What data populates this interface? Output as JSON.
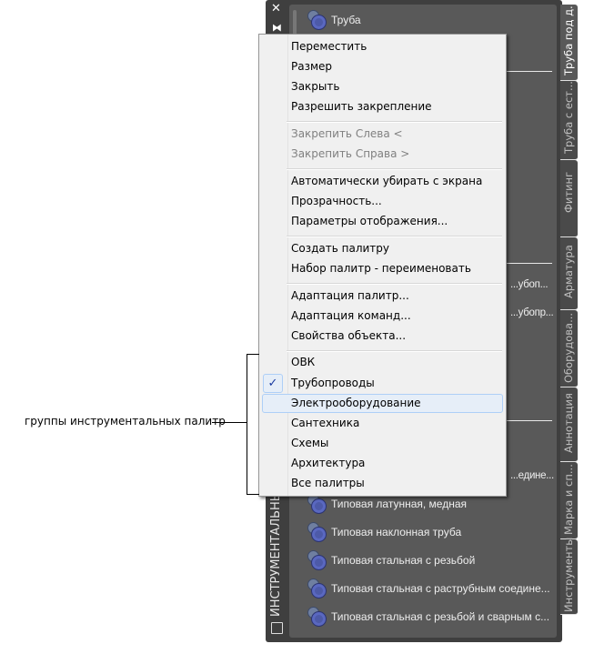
{
  "palette": {
    "title": "ИНСТРУМЕНТАЛЬНЫЕ ПАЛИТРЫ",
    "tabs": [
      {
        "label": "Труба под д...",
        "active": true
      },
      {
        "label": "Труба с ест...",
        "active": false
      },
      {
        "label": "Фитинг",
        "active": false
      },
      {
        "label": "Арматура",
        "active": false
      },
      {
        "label": "Оборудова...",
        "active": false
      },
      {
        "label": "Аннотация",
        "active": false
      },
      {
        "label": "Марка и сп...",
        "active": false
      },
      {
        "label": "Инструменты",
        "active": false
      }
    ],
    "items": [
      {
        "label": "Труба"
      },
      {
        "label": "...убоп..."
      },
      {
        "label": "...убопр..."
      },
      {
        "label": "...едине..."
      },
      {
        "label": "Типовая латунная, медная"
      },
      {
        "label": "Типовая наклонная труба"
      },
      {
        "label": "Типовая стальная с резьбой"
      },
      {
        "label": "Типовая  стальная  с  раструбным соедине..."
      },
      {
        "label": "Типовая  стальная  с  резьбой  и  сварным с..."
      }
    ]
  },
  "menu": {
    "items": [
      {
        "label": "Переместить",
        "disabled": false
      },
      {
        "label": "Размер",
        "disabled": false
      },
      {
        "label": "Закрыть",
        "disabled": false
      },
      {
        "label": "Разрешить закрепление",
        "disabled": false
      },
      {
        "label": "Закрепить Слева <",
        "disabled": true
      },
      {
        "label": "Закрепить Справа  >",
        "disabled": true
      },
      {
        "label": "Автоматически убирать с экрана",
        "disabled": false
      },
      {
        "label": "Прозрачность...",
        "disabled": false
      },
      {
        "label": "Параметры отображения...",
        "disabled": false
      },
      {
        "label": "Создать палитру",
        "disabled": false
      },
      {
        "label": "Набор палитр - переименовать",
        "disabled": false
      },
      {
        "label": "Адаптация палитр...",
        "disabled": false
      },
      {
        "label": "Адаптация команд...",
        "disabled": false
      },
      {
        "label": "Свойства объекта...",
        "disabled": false
      }
    ],
    "groups": [
      {
        "label": "ОВК",
        "checked": false
      },
      {
        "label": "Трубопроводы",
        "checked": true
      },
      {
        "label": "Электрооборудование",
        "checked": false,
        "highlighted": true
      },
      {
        "label": "Сантехника",
        "checked": false
      },
      {
        "label": "Схемы",
        "checked": false
      },
      {
        "label": "Архитектура",
        "checked": false
      },
      {
        "label": "Все палитры",
        "checked": false
      }
    ],
    "check_glyph": "✓"
  },
  "callout": {
    "label": "группы инструментальных палитр"
  }
}
